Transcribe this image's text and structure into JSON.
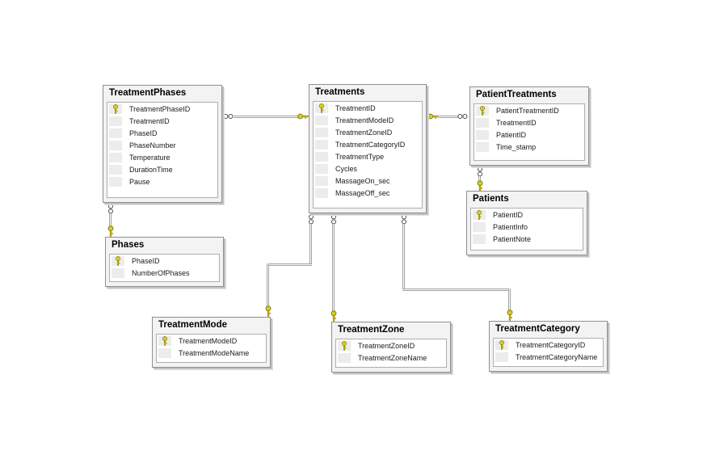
{
  "diagram": {
    "tool": "database-diagram",
    "colors": {
      "key_icon": "#f2e500",
      "key_outline": "#7d7400",
      "line": "#a3a3a3",
      "table_bg": "#f3f3f3",
      "table_border": "#8f8f8f",
      "row_gutter": "#ececec"
    },
    "tables": [
      {
        "name": "TreatmentPhases",
        "fields": [
          {
            "name": "TreatmentPhaseID",
            "is_key": true
          },
          {
            "name": "TreatmentID",
            "is_key": false
          },
          {
            "name": "PhaseID",
            "is_key": false
          },
          {
            "name": "PhaseNumber",
            "is_key": false
          },
          {
            "name": "Temperature",
            "is_key": false
          },
          {
            "name": "DurationTime",
            "is_key": false
          },
          {
            "name": "Pause",
            "is_key": false
          }
        ]
      },
      {
        "name": "Treatments",
        "fields": [
          {
            "name": "TreatmentID",
            "is_key": true
          },
          {
            "name": "TreatmentModeID",
            "is_key": false
          },
          {
            "name": "TreatmentZoneID",
            "is_key": false
          },
          {
            "name": "TreatmentCategoryID",
            "is_key": false
          },
          {
            "name": "TreatmentType",
            "is_key": false
          },
          {
            "name": "Cycles",
            "is_key": false
          },
          {
            "name": "MassageOn_sec",
            "is_key": false
          },
          {
            "name": "MassageOff_sec",
            "is_key": false
          }
        ]
      },
      {
        "name": "PatientTreatments",
        "fields": [
          {
            "name": "PatientTreatmentID",
            "is_key": true
          },
          {
            "name": "TreatmentID",
            "is_key": false
          },
          {
            "name": "PatientID",
            "is_key": false
          },
          {
            "name": "Time_stamp",
            "is_key": false
          }
        ]
      },
      {
        "name": "Patients",
        "fields": [
          {
            "name": "PatientID",
            "is_key": true
          },
          {
            "name": "PatientInfo",
            "is_key": false
          },
          {
            "name": "PatientNote",
            "is_key": false
          }
        ]
      },
      {
        "name": "Phases",
        "fields": [
          {
            "name": "PhaseID",
            "is_key": true
          },
          {
            "name": "NumberOfPhases",
            "is_key": false
          }
        ]
      },
      {
        "name": "TreatmentMode",
        "fields": [
          {
            "name": "TreatmentModeID",
            "is_key": true
          },
          {
            "name": "TreatmentModeName",
            "is_key": false
          }
        ]
      },
      {
        "name": "TreatmentZone",
        "fields": [
          {
            "name": "TreatmentZoneID",
            "is_key": true
          },
          {
            "name": "TreatmentZoneName",
            "is_key": false
          }
        ]
      },
      {
        "name": "TreatmentCategory",
        "fields": [
          {
            "name": "TreatmentCategoryID",
            "is_key": true
          },
          {
            "name": "TreatmentCategoryName",
            "is_key": false
          }
        ]
      }
    ],
    "relationships": [
      {
        "one": "Treatments",
        "many": "TreatmentPhases"
      },
      {
        "one": "Treatments",
        "many": "PatientTreatments"
      },
      {
        "one": "Patients",
        "many": "PatientTreatments"
      },
      {
        "one": "Phases",
        "many": "TreatmentPhases"
      },
      {
        "one": "TreatmentMode",
        "many": "Treatments"
      },
      {
        "one": "TreatmentZone",
        "many": "Treatments"
      },
      {
        "one": "TreatmentCategory",
        "many": "Treatments"
      }
    ]
  }
}
